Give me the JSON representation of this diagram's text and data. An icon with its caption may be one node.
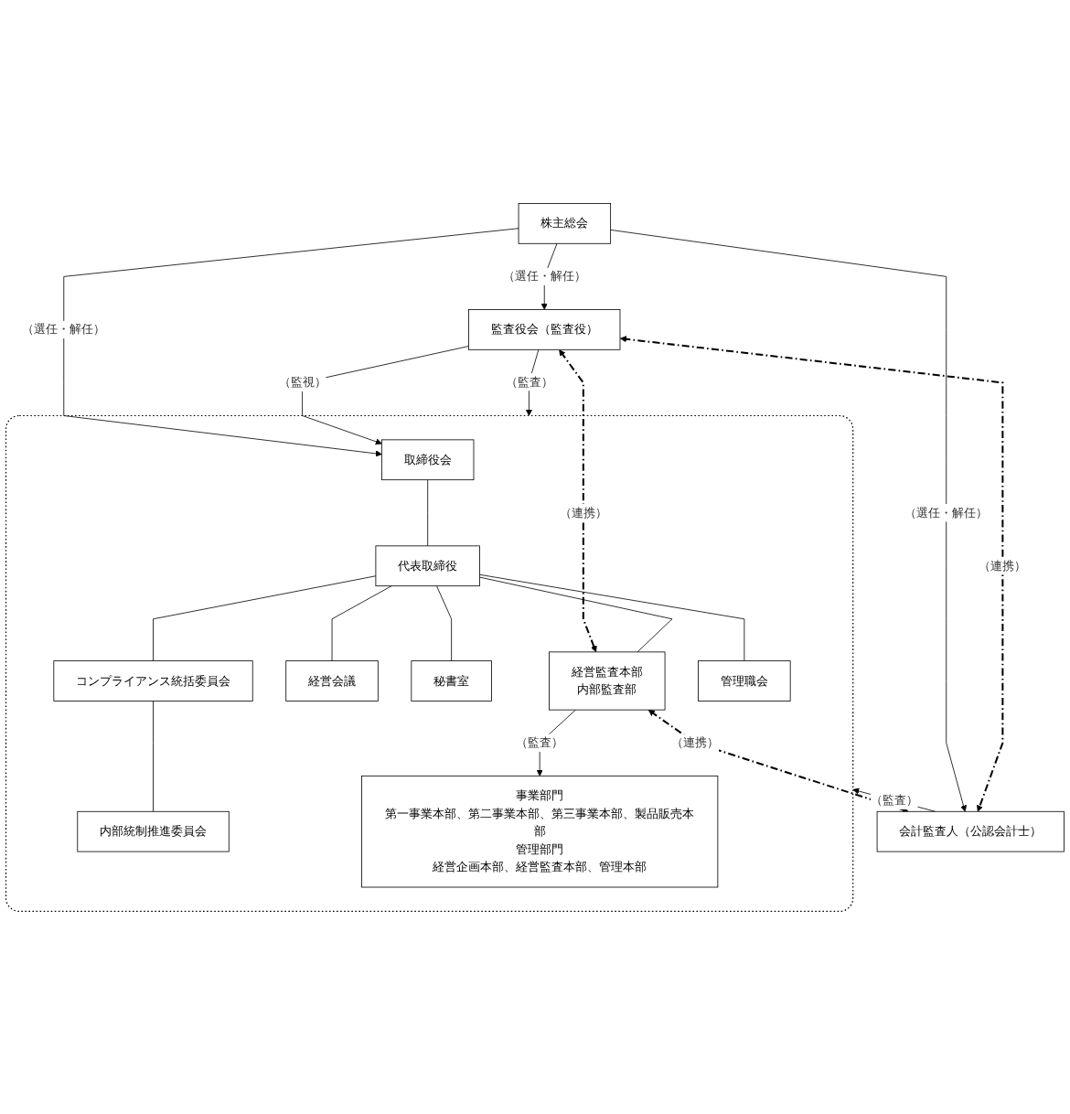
{
  "diagram": {
    "nodes": [
      {
        "text": [
          "株主総会"
        ]
      },
      {
        "text": [
          "監査役会（監査役）"
        ]
      },
      {
        "text": [
          "会計監査人（公認会計士）"
        ]
      },
      {
        "text": [],
        "shape": "box"
      },
      {
        "text": [
          "取締役会"
        ],
        "in": 3
      },
      {
        "text": [
          "コンプライアンス統括委員会"
        ],
        "in": 3
      },
      {
        "text": [
          "代表取締役"
        ],
        "in": 3
      },
      {
        "text": [
          "経営会議"
        ],
        "in": 3
      },
      {
        "text": [
          "内部統制推進委員会"
        ],
        "in": 3
      },
      {
        "text": [
          "秘書室"
        ],
        "in": 3
      },
      {
        "text": [
          "経営監査本部",
          "内部監査部"
        ],
        "in": 3
      },
      {
        "text": [
          "管理職会"
        ],
        "in": 3
      },
      {
        "text": [
          "事業部門",
          "第一事業本部、第二事業本部、第三事業本部、製品販売本部",
          "管理部門",
          "経営企画本部、経営監査本部、管理本部"
        ],
        "in": 3
      }
    ],
    "edges": [
      {
        "from": 0,
        "to": 1,
        "arrow": "to",
        "label": "（選任・解任）"
      },
      {
        "from": 0,
        "to": 4,
        "arrow": "to",
        "label": "（選任・解任）"
      },
      {
        "from": 0,
        "to": 2,
        "arrow": "to",
        "label": "（選任・解任）"
      },
      {
        "from": 1,
        "to": 4,
        "arrow": "to",
        "label": "（監視）"
      },
      {
        "from": 1,
        "to": 3,
        "arrow": "to",
        "label": "（監査）"
      },
      {
        "from": 2,
        "to": 3,
        "arrow": "to",
        "label": "（監査）"
      },
      {
        "from": 1,
        "to": 10,
        "arrow": "both",
        "label": "（連携）",
        "style": "dashed"
      },
      {
        "from": 10,
        "to": 2,
        "arrow": "both",
        "label": "（連携）",
        "style": "dashed"
      },
      {
        "from": 4,
        "to": 6,
        "arrow": "none"
      },
      {
        "from": 5,
        "to": 6,
        "arrow": "none"
      },
      {
        "from": 6,
        "to": 7,
        "arrow": "none"
      },
      {
        "from": 5,
        "to": 8,
        "arrow": "none"
      },
      {
        "from": 6,
        "to": 9,
        "arrow": "none"
      },
      {
        "from": 6,
        "to": 10,
        "arrow": "none"
      },
      {
        "from": 6,
        "to": 11,
        "arrow": "none"
      },
      {
        "from": 10,
        "to": 12,
        "arrow": "to",
        "label": "（監査）"
      },
      {
        "from": 1,
        "to": 2,
        "arrow": "both",
        "label": "（連携）",
        "style": "dashed"
      }
    ]
  }
}
